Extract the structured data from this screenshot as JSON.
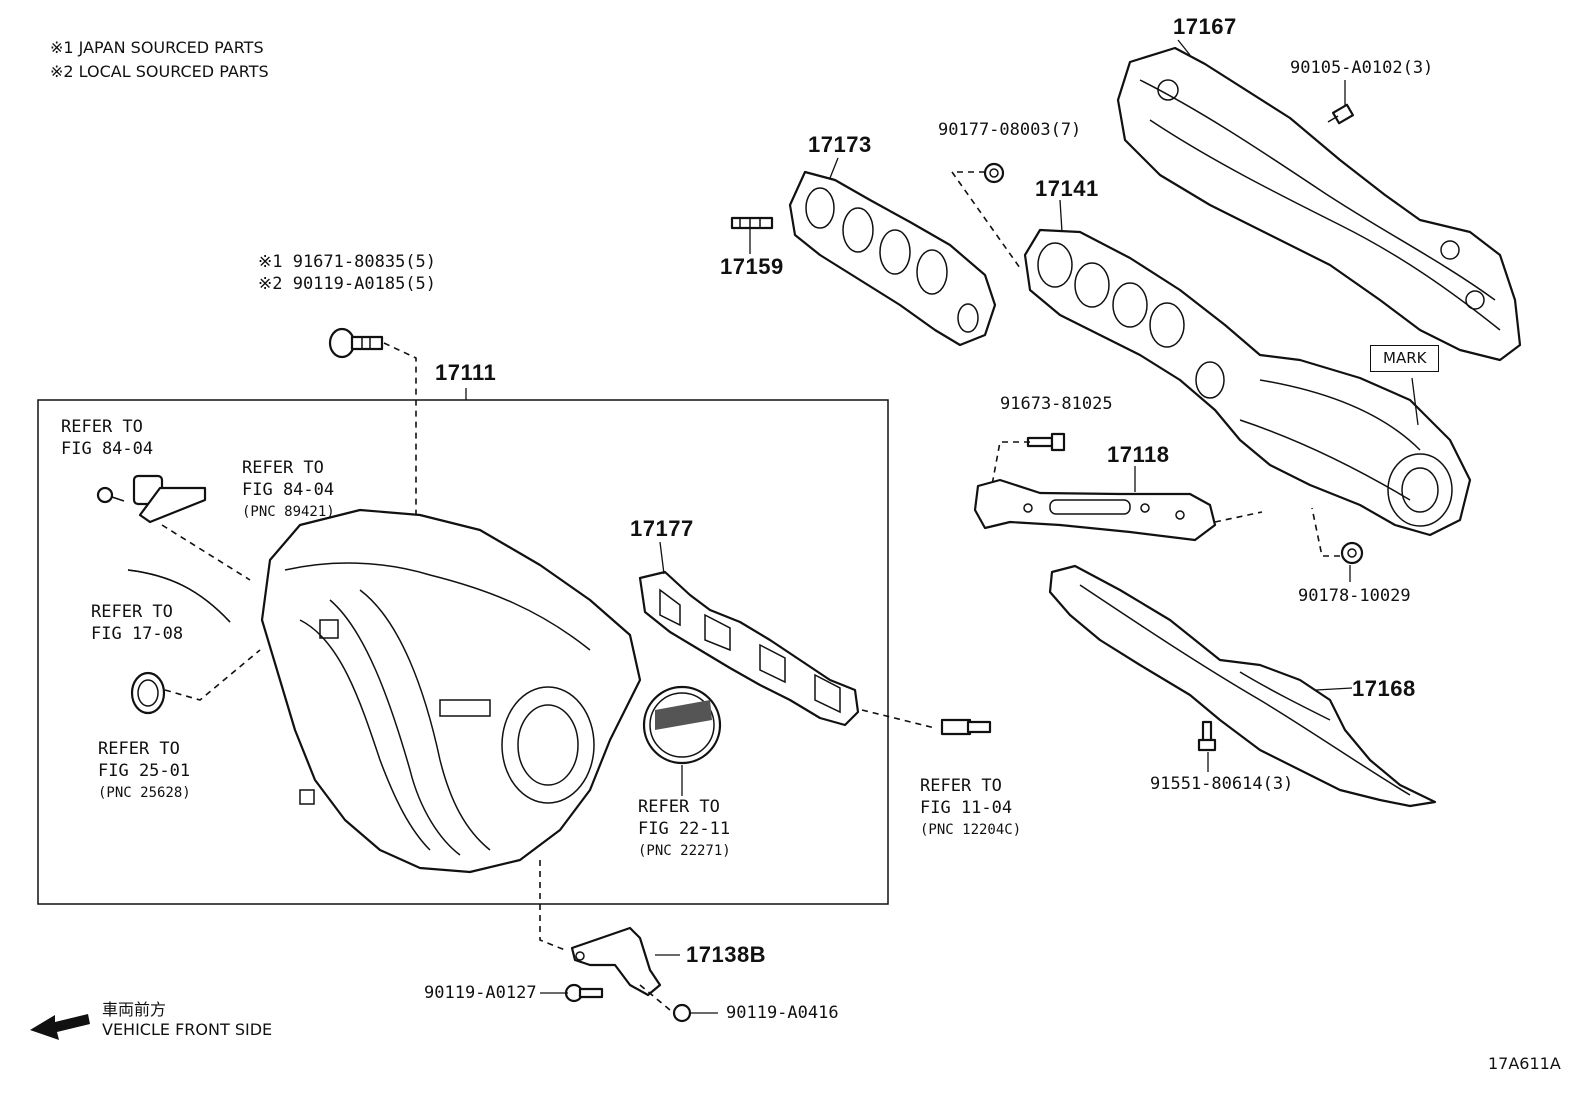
{
  "notes": {
    "japan": "※1 JAPAN SOURCED PARTS",
    "local": "※2 LOCAL SOURCED PARTS"
  },
  "parts": {
    "p17167": "17167",
    "p90105": "90105-A0102(3)",
    "p17173": "17173",
    "p90177": "90177-08003(7)",
    "p17141": "17141",
    "p17159": "17159",
    "bolt_japan": "※1 91671-80835(5)",
    "bolt_local": "※2 90119-A0185(5)",
    "p17111": "17111",
    "p91673": "91673-81025",
    "p17118": "17118",
    "p90178": "90178-10029",
    "p17177": "17177",
    "p17168": "17168",
    "p91551": "91551-80614(3)",
    "p17138b": "17138B",
    "p90119_a0127": "90119-A0127",
    "p90119_a0416": "90119-A0416"
  },
  "refs": {
    "fig8404_a": {
      "line1": "REFER TO",
      "line2": "FIG 84-04"
    },
    "fig8404_b": {
      "line1": "REFER TO",
      "line2": "FIG 84-04",
      "pnc": "(PNC 89421)"
    },
    "fig1708": {
      "line1": "REFER TO",
      "line2": "FIG 17-08"
    },
    "fig2501": {
      "line1": "REFER TO",
      "line2": "FIG 25-01",
      "pnc": "(PNC 25628)"
    },
    "fig2211": {
      "line1": "REFER TO",
      "line2": "FIG 22-11",
      "pnc": "(PNC 22271)"
    },
    "fig1104": {
      "line1": "REFER TO",
      "line2": "FIG 11-04",
      "pnc": "(PNC 12204C)"
    }
  },
  "mark_label": "MARK",
  "direction": {
    "jp": "車両前方",
    "en": "VEHICLE FRONT SIDE"
  },
  "figure_id": "17A611A"
}
